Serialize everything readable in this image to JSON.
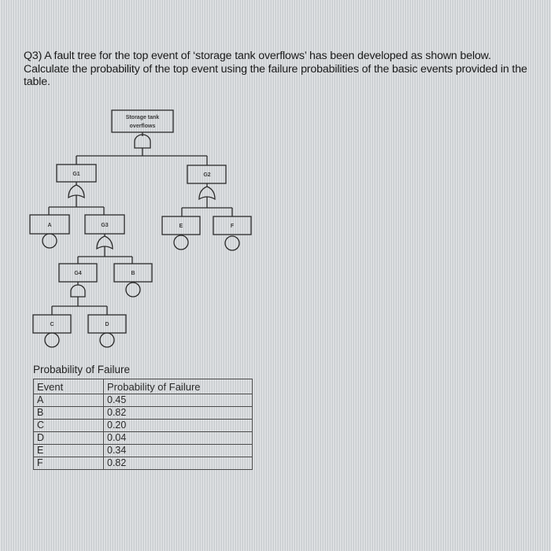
{
  "question": {
    "text": "Q3) A fault tree for the top event of ‘storage tank overflows’ has been developed as shown below. Calculate the probability of the top event using the failure probabilities of the basic events provided in the table."
  },
  "fault_tree": {
    "top_event": {
      "label_line1": "Storage tank",
      "label_line2": "overflows",
      "gate": "AND",
      "children": [
        "G1",
        "G2"
      ]
    },
    "gates": {
      "G1": {
        "label": "G1",
        "gate": "OR",
        "children": [
          "A",
          "G3"
        ]
      },
      "G2": {
        "label": "G2",
        "gate": "OR",
        "children": [
          "E",
          "F"
        ]
      },
      "G3": {
        "label": "G3",
        "gate": "OR",
        "children": [
          "G4",
          "B"
        ]
      },
      "G4": {
        "label": "G4",
        "gate": "AND",
        "children": [
          "C",
          "D"
        ]
      }
    },
    "basic_events": {
      "A": {
        "label": "A"
      },
      "B": {
        "label": "B"
      },
      "C": {
        "label": "C"
      },
      "D": {
        "label": "D"
      },
      "E": {
        "label": "E"
      },
      "F": {
        "label": "F"
      }
    }
  },
  "probability_table": {
    "title": "Probability of Failure",
    "headers": [
      "Event",
      "Probability of Failure"
    ],
    "rows": [
      {
        "event": "A",
        "probability": "0.45"
      },
      {
        "event": "B",
        "probability": "0.82"
      },
      {
        "event": "C",
        "probability": "0.20"
      },
      {
        "event": "D",
        "probability": "0.04"
      },
      {
        "event": "E",
        "probability": "0.34"
      },
      {
        "event": "F",
        "probability": "0.82"
      }
    ]
  },
  "colors": {
    "background": "#d3d6d9",
    "ink": "#2a2a2a"
  }
}
